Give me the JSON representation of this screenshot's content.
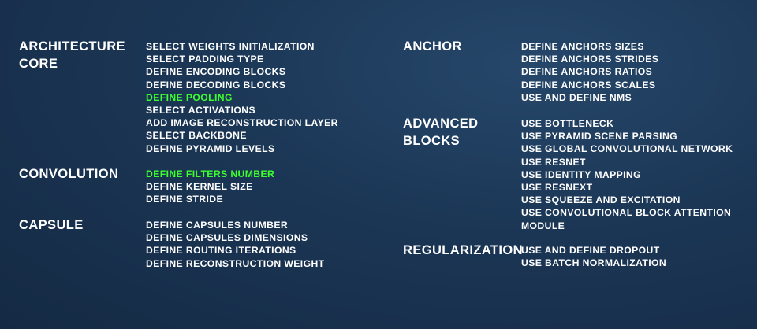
{
  "highlight_color": "#3dff2f",
  "sections": {
    "architecture": {
      "title_line1": "ARCHITECTURE",
      "title_line2": "CORE",
      "items": [
        "SELECT WEIGHTS INITIALIZATION",
        "SELECT PADDING TYPE",
        "DEFINE ENCODING BLOCKS",
        "DEFINE DECODING BLOCKS",
        "DEFINE POOLING",
        "SELECT ACTIVATIONS",
        "ADD IMAGE RECONSTRUCTION LAYER",
        "SELECT BACKBONE",
        "DEFINE PYRAMID LEVELS"
      ]
    },
    "convolution": {
      "title": "CONVOLUTION",
      "items": [
        "DEFINE FILTERS NUMBER",
        "DEFINE KERNEL SIZE",
        "DEFINE STRIDE"
      ]
    },
    "capsule": {
      "title": "CAPSULE",
      "items": [
        "DEFINE CAPSULES NUMBER",
        "DEFINE CAPSULES DIMENSIONS",
        "DEFINE ROUTING ITERATIONS",
        "DEFINE RECONSTRUCTION WEIGHT"
      ]
    },
    "anchor": {
      "title": "ANCHOR",
      "items": [
        "DEFINE ANCHORS SIZES",
        "DEFINE ANCHORS STRIDES",
        "DEFINE ANCHORS RATIOS",
        "DEFINE ANCHORS SCALES",
        "USE AND DEFINE NMS"
      ]
    },
    "advanced": {
      "title_line1": "ADVANCED",
      "title_line2": "BLOCKS",
      "items": [
        "USE BOTTLENECK",
        "USE PYRAMID SCENE PARSING",
        "USE GLOBAL CONVOLUTIONAL NETWORK",
        "USE RESNET",
        "USE IDENTITY MAPPING",
        "USE RESNEXT",
        "USE SQUEEZE AND EXCITATION",
        "USE CONVOLUTIONAL BLOCK ATTENTION",
        "MODULE"
      ]
    },
    "regularization": {
      "title": "REGULARIZATION",
      "items": [
        "USE AND DEFINE DROPOUT",
        "USE BATCH NORMALIZATION"
      ]
    }
  }
}
